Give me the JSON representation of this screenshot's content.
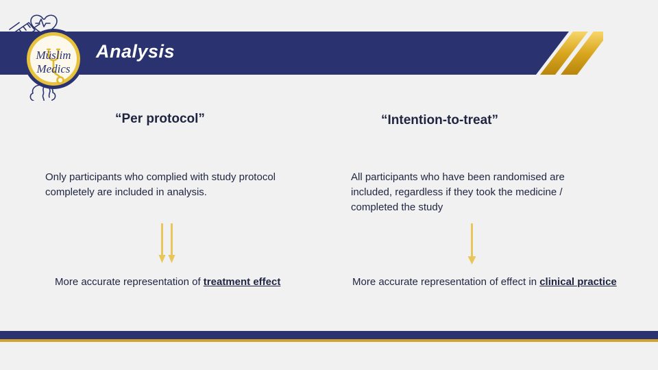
{
  "slide": {
    "background_color": "#f1f1f1",
    "navy": "#2a3370",
    "gold": "#cfa32e",
    "text_color": "#1f2440"
  },
  "header": {
    "title": "Analysis",
    "logo_line1": "Müslim",
    "logo_line2": "Medics",
    "logo_icons": [
      "heart-ecg-icon",
      "syringe-icon",
      "dna-icon",
      "brain-icon",
      "stethoscope-icon"
    ]
  },
  "columns": [
    {
      "heading": "“Per protocol”",
      "description": "Only participants who complied with study protocol completely are included in analysis.",
      "arrow_count": 2,
      "outcome_prefix": "More accurate representation of ",
      "outcome_emphasis": "treatment effect"
    },
    {
      "heading": "“Intention-to-treat”",
      "description": "All participants who have been randomised are included, regardless if they took the medicine / completed the study",
      "arrow_count": 1,
      "outcome_prefix": "More accurate representation of effect in ",
      "outcome_emphasis": "clinical practice"
    }
  ],
  "footer": {
    "navy_bar": "#2a3370",
    "gold_bar": "#cfa32e"
  }
}
